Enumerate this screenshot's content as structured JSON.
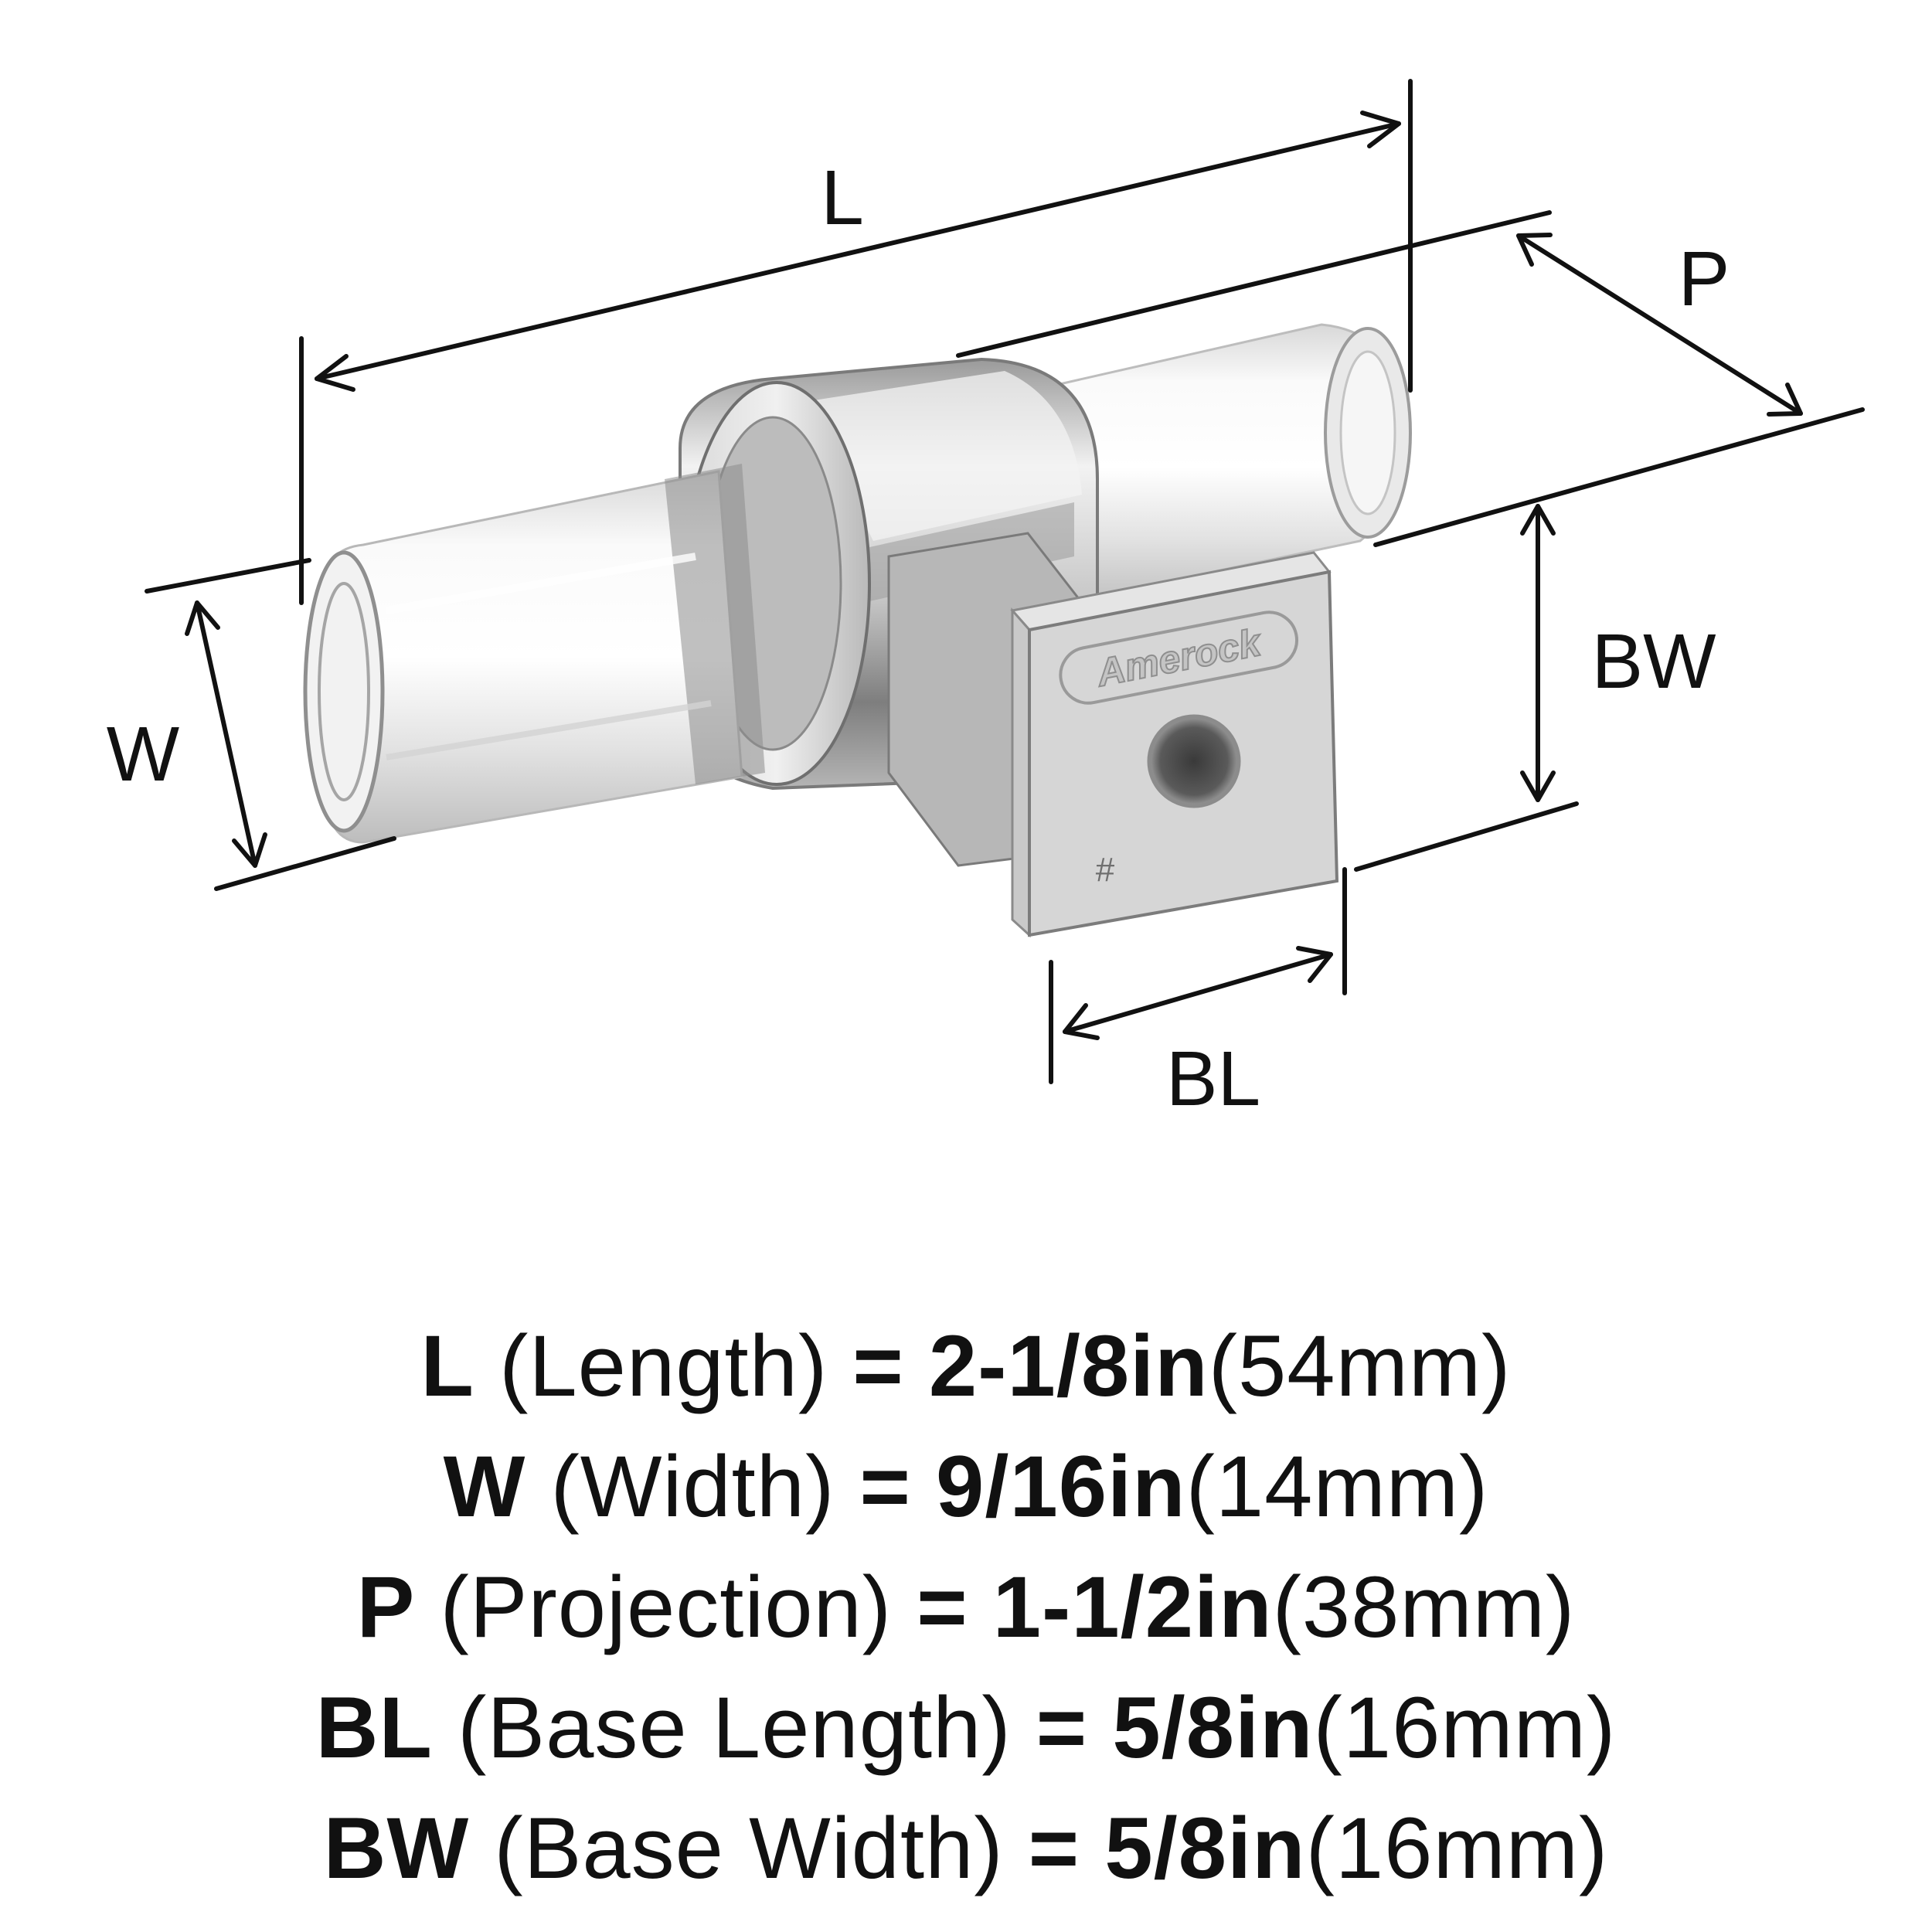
{
  "diagram": {
    "dimension_labels": {
      "L": "L",
      "W": "W",
      "P": "P",
      "BW": "BW",
      "BL": "BL"
    },
    "brand_mark": "Amerock",
    "base_mark": "#",
    "colors": {
      "ink": "#111111",
      "metal_light": "#eeeeee",
      "metal_mid": "#c8c8c8",
      "metal_dark": "#8a8a8a",
      "acrylic": "#f4f4f4"
    }
  },
  "specs": [
    {
      "code": "L",
      "name": "(Length)",
      "eq": "=",
      "imperial": "2-1/8in",
      "metric": "(54mm)"
    },
    {
      "code": "W",
      "name": "(Width)",
      "eq": "=",
      "imperial": "9/16in",
      "metric": "(14mm)"
    },
    {
      "code": "P",
      "name": "(Projection)",
      "eq": "=",
      "imperial": "1-1/2in",
      "metric": "(38mm)"
    },
    {
      "code": "BL",
      "name": "(Base Length)",
      "eq": "=",
      "imperial": "5/8in",
      "metric": "(16mm)"
    },
    {
      "code": "BW",
      "name": "(Base Width)",
      "eq": "=",
      "imperial": "5/8in",
      "metric": "(16mm)"
    }
  ]
}
